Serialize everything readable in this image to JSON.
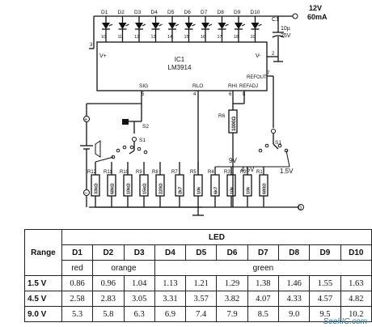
{
  "schematic": {
    "supply_label": "12V",
    "supply_current": "60mA",
    "cap_ref": "C1",
    "cap_value": "10µ",
    "cap_voltage": "25V",
    "ic_ref": "IC1",
    "ic_part": "LM3914",
    "pin_vplus": "V+",
    "pin_vminus": "V-",
    "pin_sig": "SIG",
    "pin_rlo": "RLO",
    "pin_rhi": "RHI",
    "pin_refadj": "REFADJ",
    "pin_refout": "REFOUT",
    "switch_ref": "S2",
    "switch_ref2": "S1",
    "switch_ref3": "S1",
    "range_9v": "9V",
    "range_45v": "4.5V",
    "range_15v": "1.5V",
    "r6_ref": "R6",
    "r6_value": "1000Ω",
    "leds": [
      "D1",
      "D2",
      "D3",
      "D4",
      "D5",
      "D6",
      "D7",
      "D8",
      "D9",
      "D10"
    ],
    "led_pins": [
      "10",
      "11",
      "12",
      "13",
      "14",
      "15",
      "16",
      "17",
      "18",
      "10"
    ],
    "left_resistors": [
      {
        "ref": "R12",
        "value": "33kΩ"
      },
      {
        "ref": "R11",
        "value": "68kΩ"
      },
      {
        "ref": "R10",
        "value": "10kΩ"
      },
      {
        "ref": "R9",
        "value": "15kΩ"
      },
      {
        "ref": "R8",
        "value": "220Ω"
      },
      {
        "ref": "R7",
        "value": "2k7"
      },
      {
        "ref": "R5",
        "value": "10k"
      }
    ],
    "right_resistors": [
      {
        "ref": "R4",
        "value": "6k7"
      },
      {
        "ref": "R3",
        "value": "10k"
      },
      {
        "ref": "R2",
        "value": "10k"
      },
      {
        "ref": "R1",
        "value": "680Ω"
      }
    ],
    "output_label": "0"
  },
  "table": {
    "range_header": "Range",
    "led_header": "LED",
    "columns": [
      "D1",
      "D2",
      "D3",
      "D4",
      "D5",
      "D6",
      "D7",
      "D8",
      "D9",
      "D10"
    ],
    "color_red": "red",
    "color_orange": "orange",
    "color_green": "green",
    "rows": [
      {
        "range": "1.5 V",
        "values": [
          "0.86",
          "0.96",
          "1.04",
          "1.13",
          "1.21",
          "1.29",
          "1.38",
          "1.46",
          "1.55",
          "1.63"
        ]
      },
      {
        "range": "4.5 V",
        "values": [
          "2.58",
          "2.83",
          "3.05",
          "3.31",
          "3.57",
          "3.82",
          "4.07",
          "4.33",
          "4.57",
          "4.82"
        ]
      },
      {
        "range": "9.0 V",
        "values": [
          "5.3",
          "5.8",
          "6.3",
          "6.9",
          "7.4",
          "7.9",
          "8.5",
          "9.0",
          "9.5",
          "10.2"
        ]
      }
    ]
  },
  "watermark": "SeekIC.com"
}
